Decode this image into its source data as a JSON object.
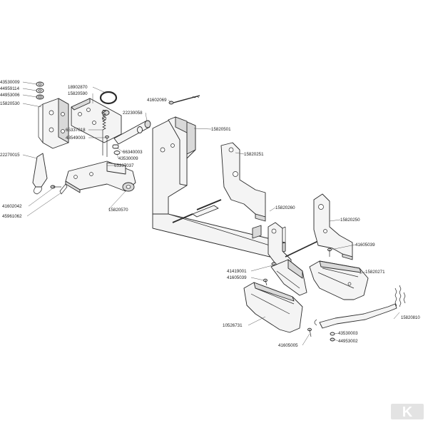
{
  "labels": {
    "p43530009_a": "43530009",
    "p44959114": "44959114",
    "p44953006": "44953006",
    "p15820530": "15820530",
    "p22270015": "22270015",
    "p41602042": "41602042",
    "p45961062": "45961062",
    "p18902870": "18902870",
    "p15820590": "15820590",
    "p65337018": "65337018",
    "p43549003": "43549003",
    "p66340003": "66340003",
    "p43530009_b": "43530009",
    "p65337037": "65337037",
    "p15820570": "15820570",
    "p41602069": "41602069",
    "p22230058": "22230058",
    "p15820501": "15820501",
    "p15820251": "15820251",
    "p15820260": "15820260",
    "p15820250": "15820250",
    "p41605039_a": "41605039",
    "p15820271": "15820271",
    "p41419001": "41419001",
    "p41605039_b": "41605039",
    "p15820810": "15820810",
    "p10526731": "10526731",
    "p43530003": "43530003",
    "p44953002": "44953002",
    "p41605005": "41605005"
  },
  "logo_glyph": "K",
  "colors": {
    "line": "#2a2a2a",
    "fill": "#f4f4f4",
    "shade": "#d9d9d9"
  }
}
